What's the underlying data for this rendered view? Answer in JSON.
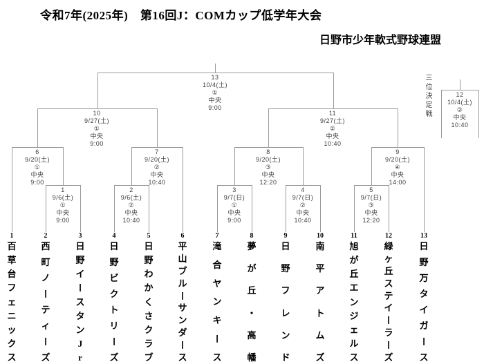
{
  "header": {
    "title": "令和7年(2025年)　第16回J：COMカップ低学年大会",
    "subtitle": "日野市少年軟式野球連盟"
  },
  "third_place": {
    "label": "三位決定戦"
  },
  "matches": {
    "m1": {
      "no": "1",
      "date": "9/6(土)",
      "slot": "①",
      "venue": "中央",
      "time": "9:00"
    },
    "m2": {
      "no": "2",
      "date": "9/6(土)",
      "slot": "②",
      "venue": "中央",
      "time": "10:40"
    },
    "m3": {
      "no": "3",
      "date": "9/7(日)",
      "slot": "①",
      "venue": "中央",
      "time": "9:00"
    },
    "m4": {
      "no": "4",
      "date": "9/7(日)",
      "slot": "②",
      "venue": "中央",
      "time": "10:40"
    },
    "m5": {
      "no": "5",
      "date": "9/7(日)",
      "slot": "③",
      "venue": "中央",
      "time": "12:20"
    },
    "m6": {
      "no": "6",
      "date": "9/20(土)",
      "slot": "①",
      "venue": "中央",
      "time": "9:00"
    },
    "m7": {
      "no": "7",
      "date": "9/20(土)",
      "slot": "②",
      "venue": "中央",
      "time": "10:40"
    },
    "m8": {
      "no": "8",
      "date": "9/20(土)",
      "slot": "③",
      "venue": "中央",
      "time": "12:20"
    },
    "m9": {
      "no": "9",
      "date": "9/20(土)",
      "slot": "④",
      "venue": "中央",
      "time": "14:00"
    },
    "m10": {
      "no": "10",
      "date": "9/27(土)",
      "slot": "①",
      "venue": "中央",
      "time": "9:00"
    },
    "m11": {
      "no": "11",
      "date": "9/27(土)",
      "slot": "②",
      "venue": "中央",
      "time": "10:40"
    },
    "m12": {
      "no": "12",
      "date": "10/4(土)",
      "slot": "②",
      "venue": "中央",
      "time": "10:40"
    },
    "m13": {
      "no": "13",
      "date": "10/4(土)",
      "slot": "①",
      "venue": "中央",
      "time": "9:00"
    }
  },
  "teams": [
    {
      "no": "1",
      "name": "百草台フェニックス"
    },
    {
      "no": "2",
      "name": "西町ノーティーズ"
    },
    {
      "no": "3",
      "name": "日野イースタンJr"
    },
    {
      "no": "4",
      "name": "日野ビクトリーズ"
    },
    {
      "no": "5",
      "name": "日野わかくさクラブ"
    },
    {
      "no": "6",
      "name": "平山ブルーサンダース"
    },
    {
      "no": "7",
      "name": "滝合ヤンキース"
    },
    {
      "no": "8",
      "name": "夢が丘・高幡"
    },
    {
      "no": "9",
      "name": "日野フレンド"
    },
    {
      "no": "10",
      "name": "南平アトムズ"
    },
    {
      "no": "11",
      "name": "旭が丘エンジェルス"
    },
    {
      "no": "12",
      "name": "緑ヶ丘ステイーラーズ"
    },
    {
      "no": "13",
      "name": "日野万タイガース"
    }
  ],
  "colors": {
    "line": "#999999",
    "label_text": "#3d3d3d",
    "ink": "#000000"
  }
}
